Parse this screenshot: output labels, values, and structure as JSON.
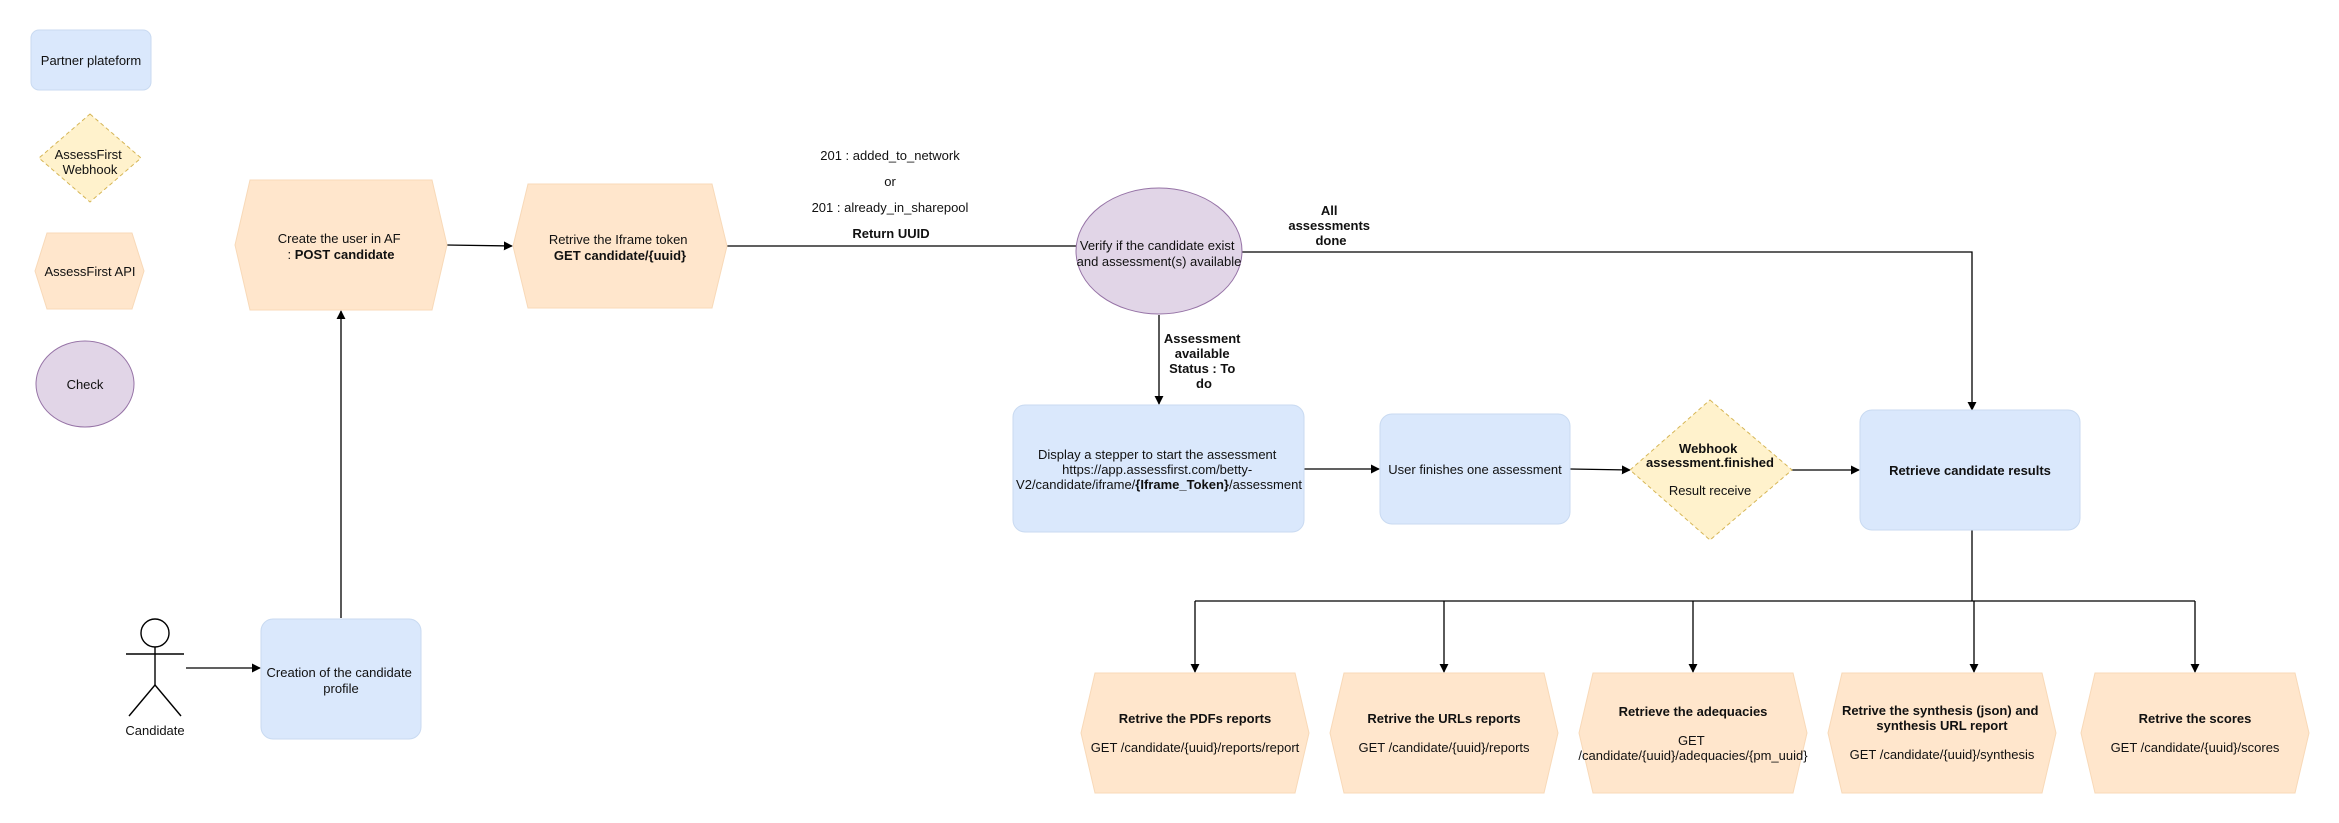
{
  "legend": {
    "partner": "Partner plateform",
    "webhook": [
      "AssessFirst",
      "Webhook"
    ],
    "api": "AssessFirst API",
    "check": "Check"
  },
  "nodes": {
    "candidate": "Candidate",
    "creation": [
      "Creation of the candidate",
      "profile"
    ],
    "create_user": {
      "line1": "Create the user in AF",
      "line2_prefix": ": ",
      "line2_bold": "POST candidate"
    },
    "retrieve_token": {
      "line1": "Retrive the Iframe token",
      "line2": "GET candidate/{uuid}"
    },
    "verify": [
      "Verify if the candidate exist",
      "and assessment(s) available"
    ],
    "stepper": {
      "line1": "Display a stepper to start the assessment",
      "line2": "https://app.assessfirst.com/betty-",
      "line3_prefix": "V2/candidate/iframe/",
      "line3_bold": "{Iframe_Token}",
      "line3_suffix": "/assessment"
    },
    "user_finishes": "User finishes one assessment",
    "webhook": {
      "title": [
        "Webhook",
        "assessment.finished"
      ],
      "sub": "Result receive"
    },
    "results": "Retrieve candidate results",
    "pdfs": {
      "title": [
        "Retrive the PDFs reports"
      ],
      "sub": [
        "GET /candidate/{uuid}/reports/report"
      ]
    },
    "urls": {
      "title": [
        "Retrive the URLs reports"
      ],
      "sub": [
        "GET /candidate/{uuid}/reports"
      ]
    },
    "adequacies": {
      "title": [
        "Retrieve the adequacies"
      ],
      "sub": [
        "GET",
        "/candidate/{uuid}/adequacies/{pm_uuid}"
      ]
    },
    "synthesis": {
      "title": [
        "Retrive the synthesis (json) and",
        "synthesis URL report"
      ],
      "sub": [
        "GET /candidate/{uuid}/synthesis"
      ]
    },
    "scores": {
      "title": [
        "Retrive the scores"
      ],
      "sub": [
        "GET /candidate/{uuid}/scores"
      ]
    }
  },
  "edges": {
    "response_1": "201 : added_to_network",
    "response_or": "or",
    "response_2": "201 : already_in_sharepool",
    "return_uuid": "Return UUID",
    "all_done": [
      "All",
      "assessments",
      "done"
    ],
    "available": [
      "Assessment",
      "available",
      "Status : To",
      "do"
    ]
  },
  "colors": {
    "partner_fill": "#dae8fc",
    "partner_stroke": "#c9daf1",
    "api_fill": "#ffe6cc",
    "api_stroke": "#f8d9b8",
    "webhook_fill": "#fff2cc",
    "webhook_stroke": "#d6b656",
    "check_fill": "#e1d5e7",
    "check_stroke": "#9673a6",
    "line": "#000000"
  }
}
